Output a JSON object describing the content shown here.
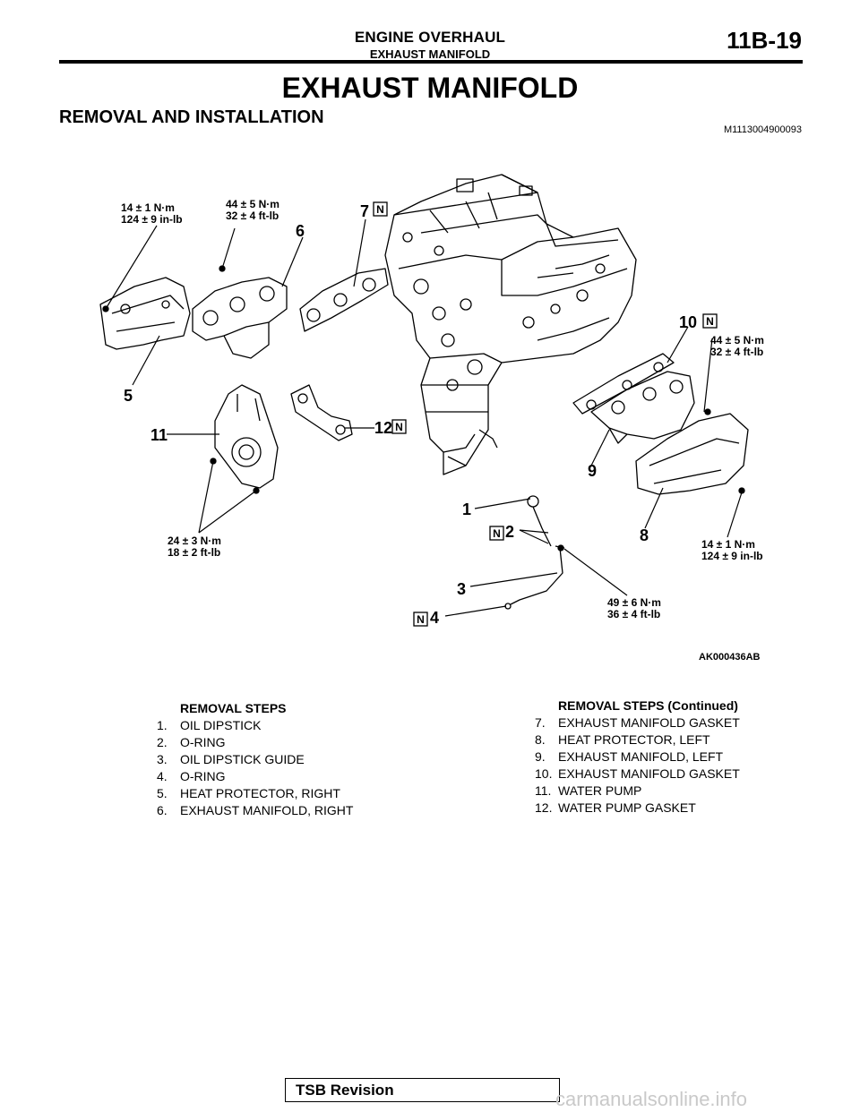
{
  "header": {
    "section": "ENGINE OVERHAUL",
    "subsection": "EXHAUST MANIFOLD",
    "page": "11B-19"
  },
  "title": "EXHAUST MANIFOLD",
  "subtitle": "REMOVAL AND INSTALLATION",
  "doc_code": "M1113004900093",
  "diagram": {
    "figure_code": "AK000436AB",
    "callouts": {
      "c1": "1",
      "c2": "2",
      "c3": "3",
      "c4": "4",
      "c5": "5",
      "c6": "6",
      "c7": "7",
      "c8": "8",
      "c9": "9",
      "c10": "10",
      "c11": "11",
      "c12": "12"
    },
    "new_part_mark": "N",
    "torques": {
      "t_tl_a": "14 ± 1 N·m",
      "t_tl_b": "124 ± 9 in-lb",
      "t_tm_a": "44 ± 5 N·m",
      "t_tm_b": "32 ± 4 ft-lb",
      "t_r_a": "44 ± 5 N·m",
      "t_r_b": "32 ± 4 ft-lb",
      "t_wp_a": "24 ± 3 N·m",
      "t_wp_b": "18 ± 2 ft-lb",
      "t_br_a": "14 ± 1 N·m",
      "t_br_b": "124 ± 9 in-lb",
      "t_dg_a": "49 ± 6 N·m",
      "t_dg_b": "36 ± 4 ft-lb"
    }
  },
  "removal_steps": {
    "heading": "REMOVAL STEPS",
    "items": [
      {
        "num": "1.",
        "label": "OIL DIPSTICK"
      },
      {
        "num": "2.",
        "label": "O-RING"
      },
      {
        "num": "3.",
        "label": "OIL DIPSTICK GUIDE"
      },
      {
        "num": "4.",
        "label": "O-RING"
      },
      {
        "num": "5.",
        "label": "HEAT PROTECTOR, RIGHT"
      },
      {
        "num": "6.",
        "label": "EXHAUST MANIFOLD, RIGHT"
      }
    ]
  },
  "removal_steps_cont": {
    "heading": "REMOVAL STEPS (Continued)",
    "items": [
      {
        "num": "7.",
        "label": "EXHAUST MANIFOLD GASKET"
      },
      {
        "num": "8.",
        "label": "HEAT PROTECTOR, LEFT"
      },
      {
        "num": "9.",
        "label": "EXHAUST MANIFOLD, LEFT"
      },
      {
        "num": "10.",
        "label": "EXHAUST MANIFOLD GASKET"
      },
      {
        "num": "11.",
        "label": "WATER PUMP"
      },
      {
        "num": "12.",
        "label": "WATER PUMP GASKET"
      }
    ]
  },
  "footer": {
    "label": "TSB Revision",
    "watermark": "carmanualsonline.info"
  }
}
